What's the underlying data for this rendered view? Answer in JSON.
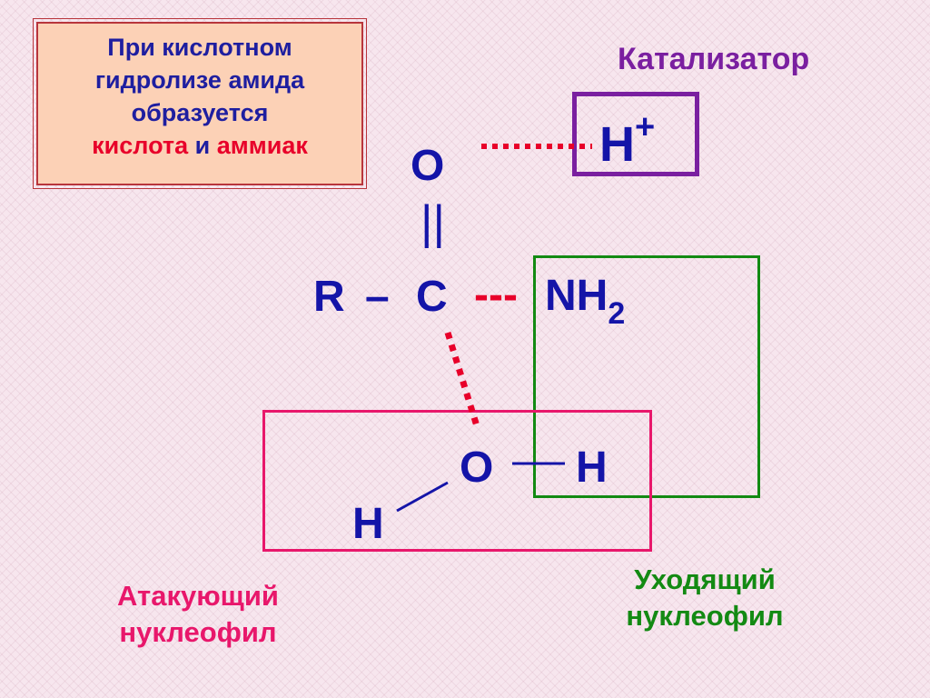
{
  "info": {
    "line1": "При кислотном",
    "line2": "гидролизе амида",
    "line3": "образуется",
    "acid": "кислота",
    "and": "и",
    "ammonia": "аммиак"
  },
  "catalyst_label": "Катализатор",
  "hplus": {
    "symbol": "H",
    "charge": "+"
  },
  "atoms": {
    "carbonyl_o": "O",
    "double_bond": "||",
    "r": "R",
    "single_bond": "–",
    "c": "C",
    "dashed_bond": "---",
    "nh": "NH",
    "nh_sub": "2",
    "water_o": "O",
    "water_h_right": "H",
    "water_h_left": "H"
  },
  "attacking_label": {
    "line1": "Атакующий",
    "line2": "нуклеофил"
  },
  "leaving_label": {
    "line1": "Уходящий",
    "line2": "нуклеофил"
  },
  "colors": {
    "catalyst": "#7a1fa0",
    "leaving": "#138a13",
    "attacking": "#e8176b",
    "dotted": "#e8002a",
    "atoms": "#1414a8"
  }
}
